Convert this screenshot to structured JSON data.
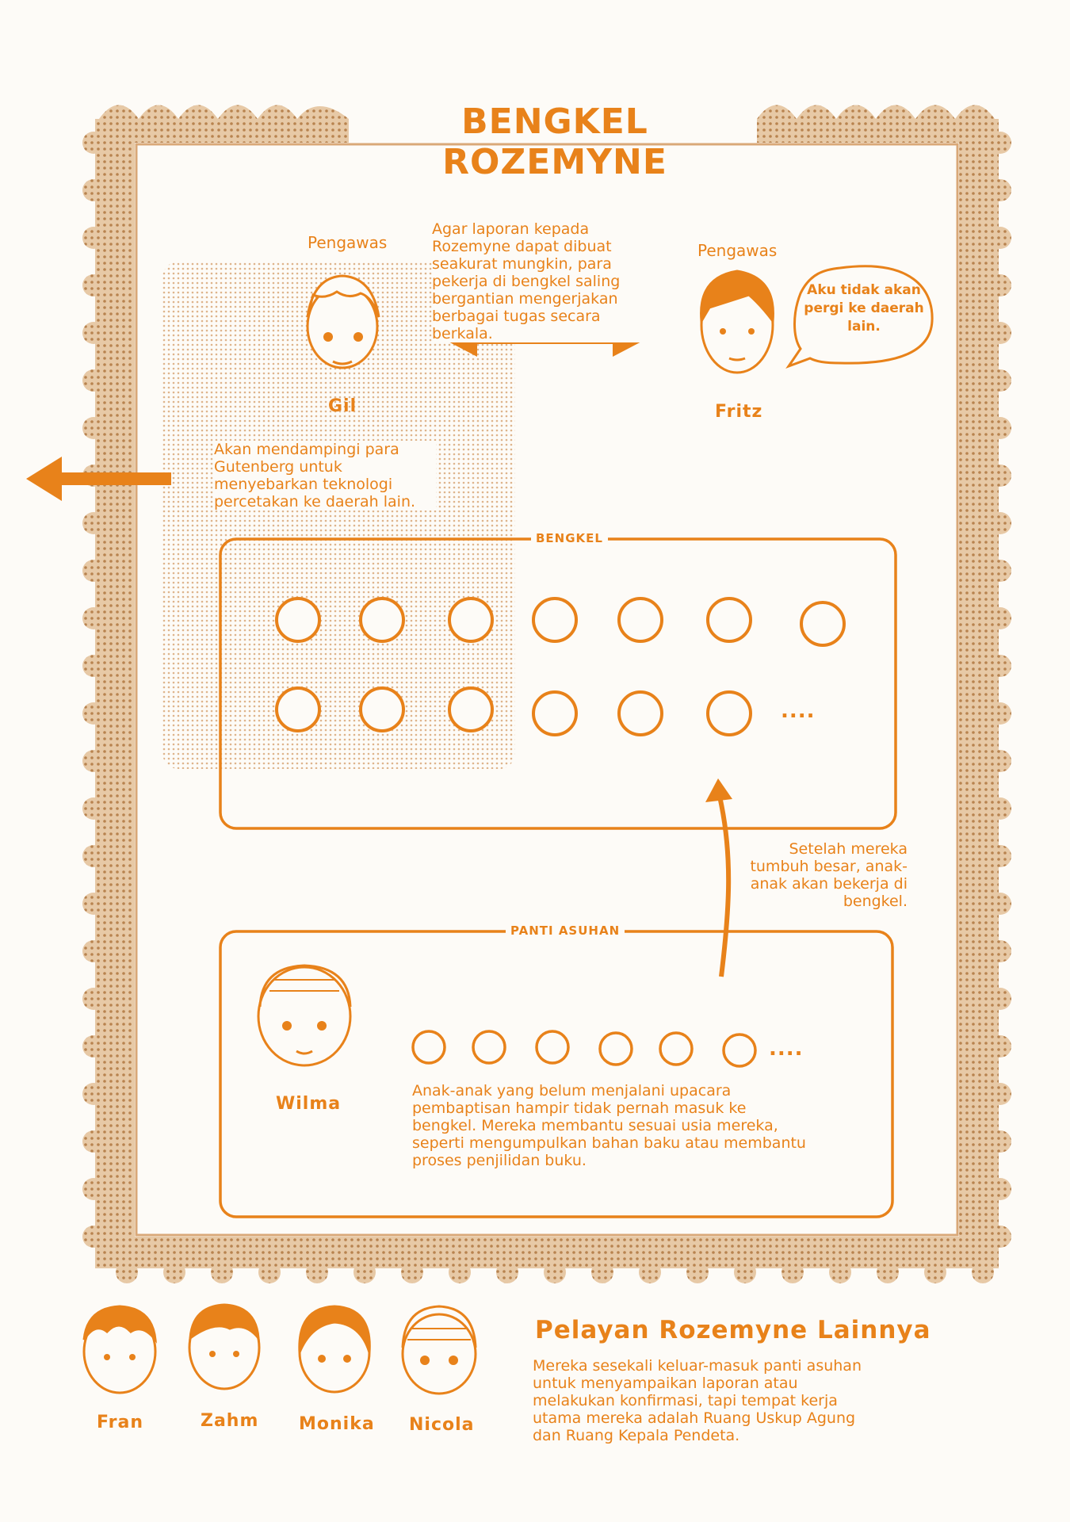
{
  "title": "BENGKEL ROZEMYNE",
  "supervisors": {
    "left": {
      "role": "Pengawas",
      "name": "Gil"
    },
    "right": {
      "role": "Pengawas",
      "name": "Fritz"
    }
  },
  "rotation_note": "Agar laporan kepada Rozemyne dapat dibuat seakurat mungkin, para pekerja di bengkel saling bergantian mengerjakan berbagai tugas secara berkala.",
  "fritz_speech": "Aku tidak akan pergi ke daerah lain.",
  "gil_note": "Akan mendampingi para Gutenberg untuk menyebarkan teknologi percetakan ke daerah lain.",
  "workshop": {
    "label": "BENGKEL",
    "ellipsis": "...."
  },
  "growth_note": "Setelah mereka tumbuh besar, anak-anak akan bekerja di bengkel.",
  "orphanage": {
    "label": "PANTI ASUHAN",
    "caretaker": "Wilma",
    "ellipsis": "....",
    "note": "Anak-anak yang belum menjalani upacara pembaptisan hampir tidak pernah masuk ke bengkel. Mereka membantu sesuai usia mereka, seperti mengumpulkan bahan baku atau membantu proses penjilidan buku."
  },
  "other_servants": {
    "title": "Pelayan Rozemyne Lainnya",
    "names": [
      "Fran",
      "Zahm",
      "Monika",
      "Nicola"
    ],
    "note": "Mereka sesekali keluar-masuk panti asuhan untuk menyampaikan laporan atau melakukan konfirmasi, tapi tempat kerja utama mereka adalah Ruang Uskup Agung dan Ruang Kepala Pendeta."
  },
  "colors": {
    "accent": "#e8821a",
    "frame": "#c98e55",
    "paper": "#fdfbf7"
  }
}
